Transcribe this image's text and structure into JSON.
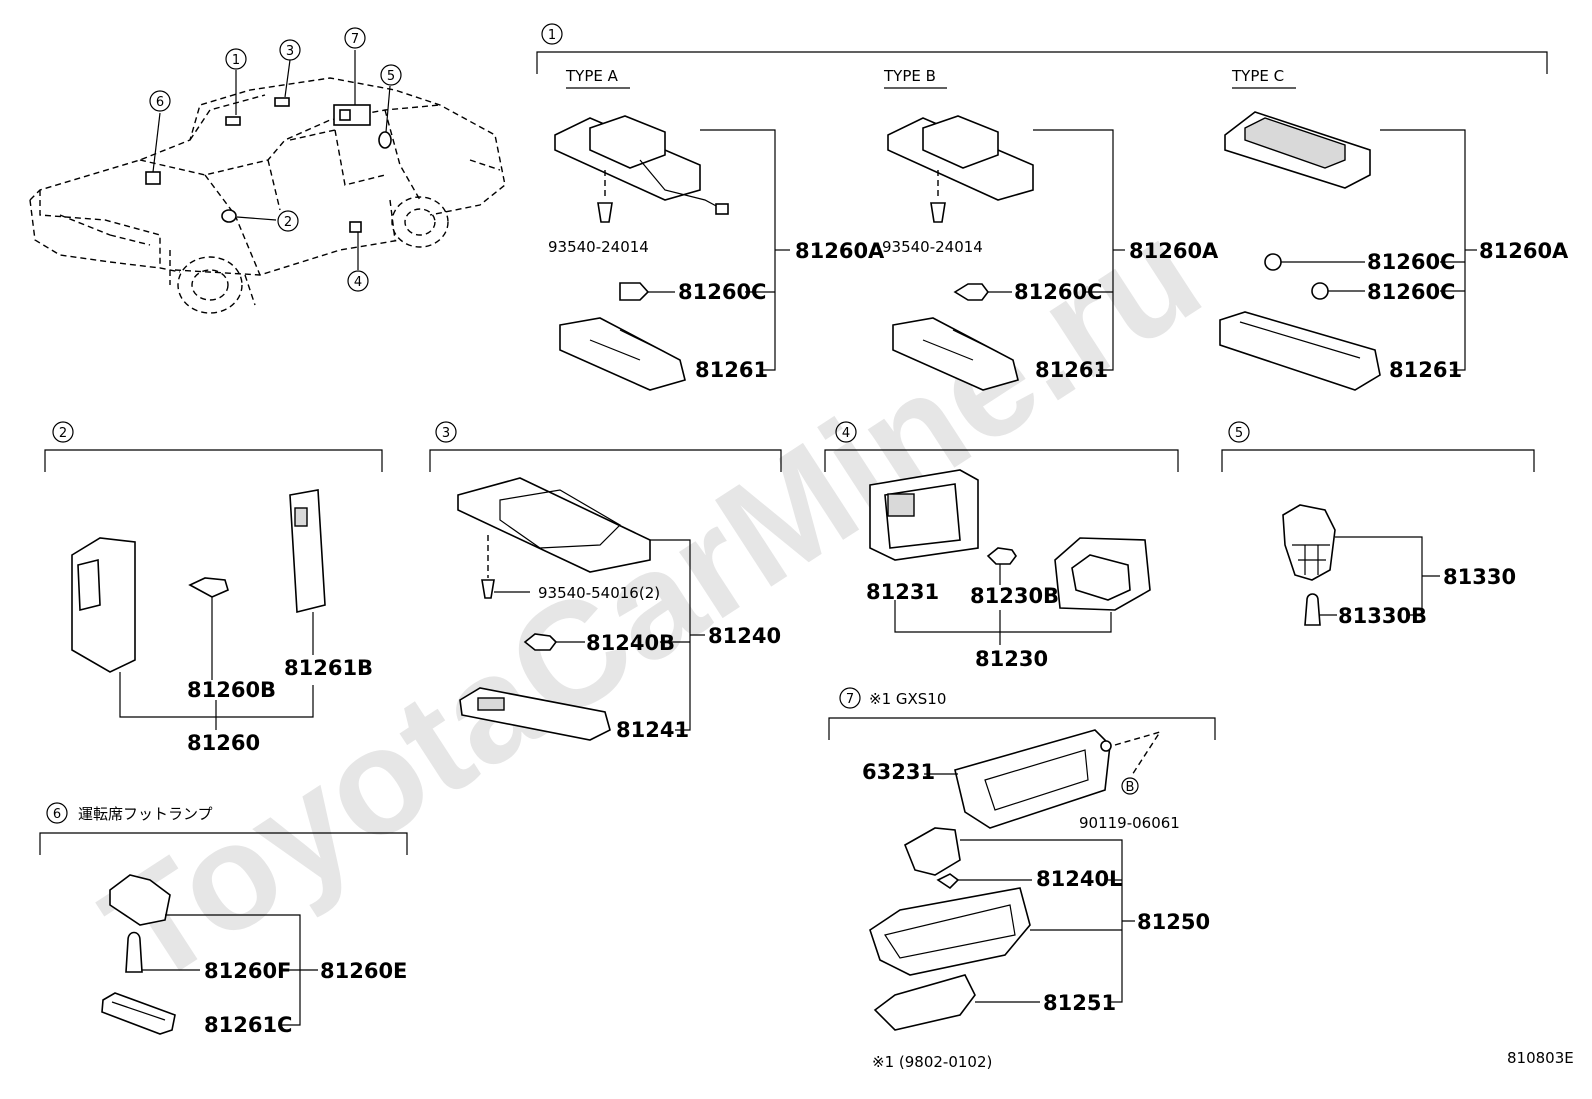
{
  "watermark": "ToyotaCarMine.ru",
  "figure_code": "810803E",
  "groups": {
    "g1": {
      "num": "1",
      "types": {
        "a": "TYPE A",
        "b": "TYPE B",
        "c": "TYPE C"
      }
    },
    "g2": {
      "num": "2"
    },
    "g3": {
      "num": "3"
    },
    "g4": {
      "num": "4"
    },
    "g5": {
      "num": "5"
    },
    "g6": {
      "num": "6",
      "title": "運転席フットランプ"
    },
    "g7": {
      "num": "7",
      "note": "※1 GXS10",
      "footnote": "※1 (9802-0102)"
    }
  },
  "car_callouts": [
    "1",
    "2",
    "3",
    "4",
    "5",
    "6",
    "7"
  ],
  "parts": {
    "typeA": {
      "screw": "93540-24014",
      "assy": "81260A",
      "bulb": "81260C",
      "lens": "81261"
    },
    "typeB": {
      "screw": "93540-24014",
      "assy": "81260A",
      "bulb": "81260C",
      "lens": "81261"
    },
    "typeC": {
      "bulb1": "81260C",
      "bulb2": "81260C",
      "assy": "81260A",
      "lens": "81261"
    },
    "g2": {
      "bulb": "81260B",
      "lens": "81261B",
      "assy": "81260"
    },
    "g3": {
      "screw": "93540-54016(2)",
      "bulb": "81240B",
      "assy": "81240",
      "lens": "81241"
    },
    "g4": {
      "lens": "81231",
      "bulb": "81230B",
      "assy": "81230"
    },
    "g5": {
      "assy": "81330",
      "bulb": "81330B"
    },
    "g6": {
      "bulb": "81260F",
      "assy": "81260E",
      "lens": "81261C"
    },
    "g7": {
      "bracket": "63231",
      "bolt_mark": "B",
      "bolt": "90119-06061",
      "bulb": "81240L",
      "assy": "81250",
      "lens": "81251"
    }
  }
}
